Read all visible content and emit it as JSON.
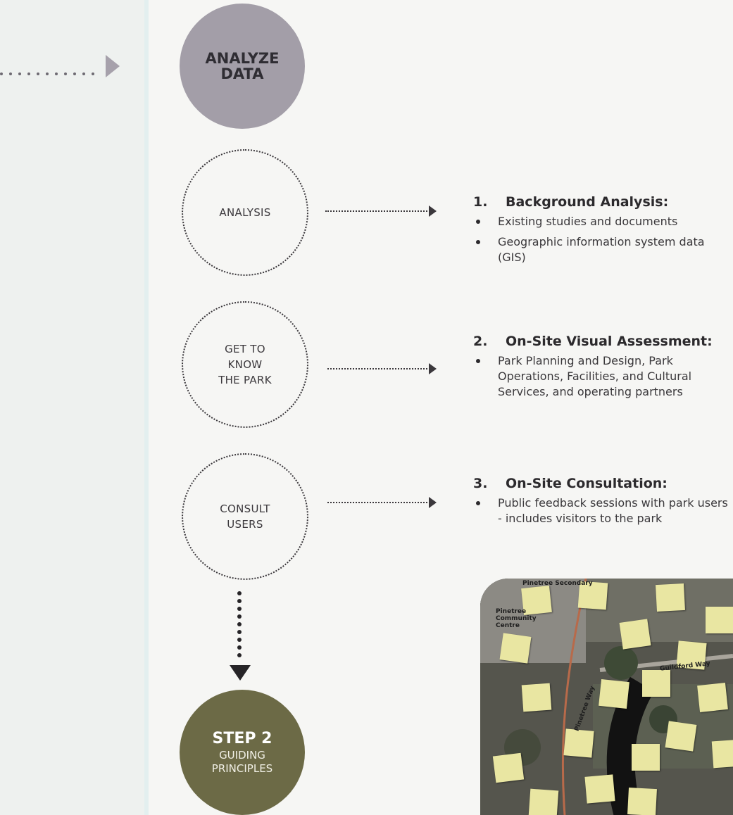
{
  "flow": {
    "analyze_circle": "ANALYZE\nDATA",
    "steps": [
      {
        "label": "ANALYSIS"
      },
      {
        "label": "GET TO\nKNOW\nTHE PARK"
      },
      {
        "label": "CONSULT\nUSERS"
      }
    ],
    "step2": {
      "title": "STEP 2",
      "subtitle": "GUIDING\nPRINCIPLES"
    }
  },
  "details": [
    {
      "number": "1.",
      "title": "Background Analysis:",
      "bullets": [
        "Existing studies and documents",
        "Geographic information system data (GIS)"
      ]
    },
    {
      "number": "2.",
      "title": "On-Site Visual Assessment:",
      "bullets": [
        "Park Planning and Design, Park Operations, Facilities, and Cultural Services, and operating partners"
      ]
    },
    {
      "number": "3.",
      "title": "On-Site Consultation:",
      "bullets": [
        "Public feedback sessions with park users - includes visitors to the park"
      ]
    }
  ],
  "photo": {
    "labels": [
      "Pinetree Secondary",
      "Pinetree Community Centre",
      "Pinetree Way",
      "Guildford Way"
    ]
  },
  "colors": {
    "analyze_circle": "#a39ea8",
    "step2_circle": "#6c6a46",
    "sticky_note": "#e9e6a2"
  }
}
